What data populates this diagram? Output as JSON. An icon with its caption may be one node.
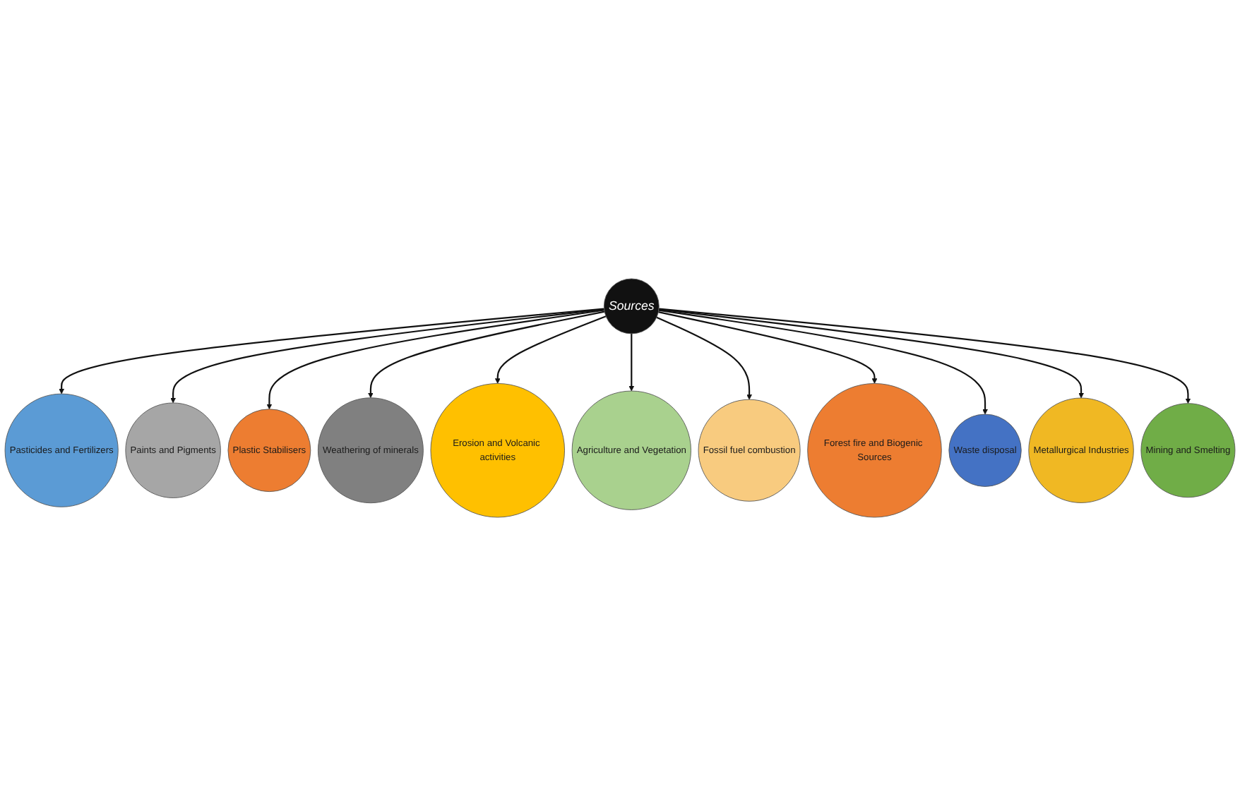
{
  "diagram": {
    "nodes": [
      {
        "text": [
          "Sources"
        ]
      },
      {
        "text": [
          "Pasticides and Fertilizers"
        ]
      },
      {
        "text": [
          "Paints and Pigments"
        ]
      },
      {
        "text": [
          "Plastic Stabilisers"
        ]
      },
      {
        "text": [
          "Weathering of minerals"
        ]
      },
      {
        "text": [
          "Erosion and Volcanic activities"
        ]
      },
      {
        "text": [
          "Agriculture and Vegetation"
        ]
      },
      {
        "text": [
          "Fossil fuel combustion"
        ]
      },
      {
        "text": [
          "Forest fire and Biogenic Sources"
        ]
      },
      {
        "text": [
          "Waste disposal"
        ]
      },
      {
        "text": [
          "Metallurgical Industries"
        ]
      },
      {
        "text": [
          "Mining and Smelting"
        ]
      }
    ],
    "edges": [
      {
        "from": 0,
        "to": 1,
        "arrow": "to"
      },
      {
        "from": 0,
        "to": 2,
        "arrow": "to"
      },
      {
        "from": 0,
        "to": 3,
        "arrow": "to"
      },
      {
        "from": 0,
        "to": 4,
        "arrow": "to"
      },
      {
        "from": 0,
        "to": 5,
        "arrow": "to"
      },
      {
        "from": 0,
        "to": 6,
        "arrow": "to"
      },
      {
        "from": 0,
        "to": 7,
        "arrow": "to"
      },
      {
        "from": 0,
        "to": 8,
        "arrow": "to"
      },
      {
        "from": 0,
        "to": 9,
        "arrow": "to"
      },
      {
        "from": 0,
        "to": 10,
        "arrow": "to"
      },
      {
        "from": 0,
        "to": 11,
        "arrow": "to"
      }
    ]
  }
}
